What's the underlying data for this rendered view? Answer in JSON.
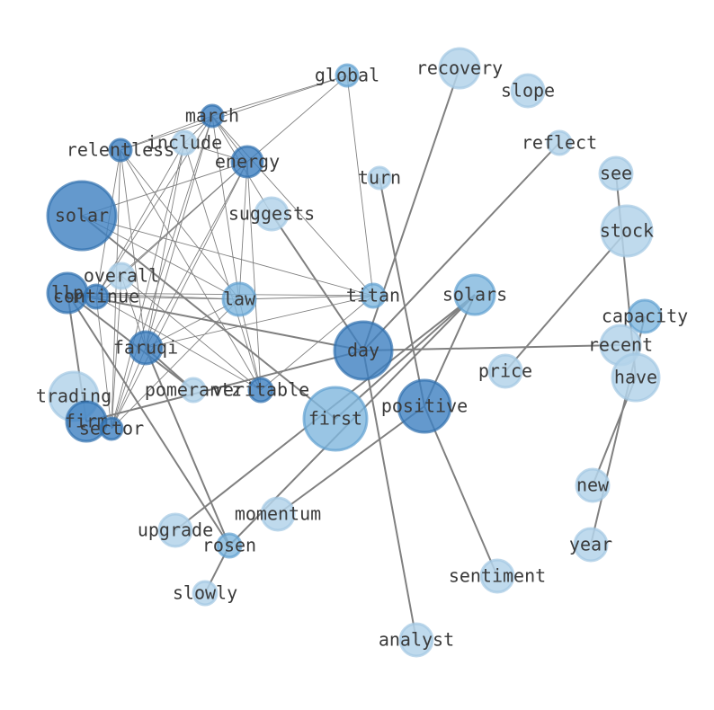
{
  "graph": {
    "type": "word-co-occurrence-network",
    "colors": {
      "light": "#b4d4ea",
      "medium": "#80b7dd",
      "dark": "#3d80c0",
      "edge": "#808080",
      "label": "#3a3a3a"
    },
    "nodes": [
      {
        "id": "solar",
        "label": "solar",
        "size": 38,
        "shade": "dark"
      },
      {
        "id": "global",
        "label": "global",
        "size": 12,
        "shade": "medium"
      },
      {
        "id": "recovery",
        "label": "recovery",
        "size": 22,
        "shade": "light"
      },
      {
        "id": "slope",
        "label": "slope",
        "size": 18,
        "shade": "light"
      },
      {
        "id": "march",
        "label": "march",
        "size": 12,
        "shade": "dark"
      },
      {
        "id": "relentless",
        "label": "relentless",
        "size": 12,
        "shade": "dark"
      },
      {
        "id": "include",
        "label": "include",
        "size": 13,
        "shade": "light"
      },
      {
        "id": "energy",
        "label": "energy",
        "size": 17,
        "shade": "dark"
      },
      {
        "id": "reflect",
        "label": "reflect",
        "size": 13,
        "shade": "light"
      },
      {
        "id": "turn",
        "label": "turn",
        "size": 12,
        "shade": "light"
      },
      {
        "id": "see",
        "label": "see",
        "size": 18,
        "shade": "light"
      },
      {
        "id": "suggests",
        "label": "suggests",
        "size": 18,
        "shade": "light"
      },
      {
        "id": "stock",
        "label": "stock",
        "size": 28,
        "shade": "light"
      },
      {
        "id": "llp",
        "label": "llp",
        "size": 22,
        "shade": "dark"
      },
      {
        "id": "overall",
        "label": "overall",
        "size": 14,
        "shade": "light"
      },
      {
        "id": "continue",
        "label": "continue",
        "size": 13,
        "shade": "dark"
      },
      {
        "id": "law",
        "label": "law",
        "size": 18,
        "shade": "medium"
      },
      {
        "id": "titan",
        "label": "titan",
        "size": 13,
        "shade": "medium"
      },
      {
        "id": "solars",
        "label": "solars",
        "size": 22,
        "shade": "medium"
      },
      {
        "id": "capacity",
        "label": "capacity",
        "size": 18,
        "shade": "medium"
      },
      {
        "id": "faruqi",
        "label": "faruqi",
        "size": 18,
        "shade": "dark"
      },
      {
        "id": "day",
        "label": "day",
        "size": 32,
        "shade": "dark"
      },
      {
        "id": "recent",
        "label": "recent",
        "size": 22,
        "shade": "light"
      },
      {
        "id": "price",
        "label": "price",
        "size": 18,
        "shade": "light"
      },
      {
        "id": "have",
        "label": "have",
        "size": 26,
        "shade": "light"
      },
      {
        "id": "trading",
        "label": "trading",
        "size": 27,
        "shade": "light"
      },
      {
        "id": "pomerantz",
        "label": "pomerantz",
        "size": 13,
        "shade": "light"
      },
      {
        "id": "veritable",
        "label": "veritable",
        "size": 13,
        "shade": "dark"
      },
      {
        "id": "first",
        "label": "first",
        "size": 35,
        "shade": "medium"
      },
      {
        "id": "positive",
        "label": "positive",
        "size": 29,
        "shade": "dark"
      },
      {
        "id": "firm",
        "label": "firm",
        "size": 22,
        "shade": "dark"
      },
      {
        "id": "sector",
        "label": "sector",
        "size": 12,
        "shade": "dark"
      },
      {
        "id": "new",
        "label": "new",
        "size": 18,
        "shade": "light"
      },
      {
        "id": "momentum",
        "label": "momentum",
        "size": 18,
        "shade": "light"
      },
      {
        "id": "upgrade",
        "label": "upgrade",
        "size": 18,
        "shade": "light"
      },
      {
        "id": "rosen",
        "label": "rosen",
        "size": 13,
        "shade": "medium"
      },
      {
        "id": "year",
        "label": "year",
        "size": 18,
        "shade": "light"
      },
      {
        "id": "sentiment",
        "label": "sentiment",
        "size": 18,
        "shade": "light"
      },
      {
        "id": "slowly",
        "label": "slowly",
        "size": 13,
        "shade": "light"
      },
      {
        "id": "analyst",
        "label": "analyst",
        "size": 18,
        "shade": "light"
      }
    ],
    "edges": [
      [
        "global",
        "march",
        1
      ],
      [
        "global",
        "relentless",
        1
      ],
      [
        "global",
        "energy",
        1
      ],
      [
        "global",
        "titan",
        1
      ],
      [
        "march",
        "relentless",
        1
      ],
      [
        "march",
        "include",
        1
      ],
      [
        "march",
        "energy",
        1
      ],
      [
        "march",
        "suggests",
        1
      ],
      [
        "march",
        "continue",
        1
      ],
      [
        "march",
        "faruqi",
        1
      ],
      [
        "march",
        "sector",
        1
      ],
      [
        "march",
        "law",
        1
      ],
      [
        "march",
        "titan",
        1
      ],
      [
        "relentless",
        "continue",
        1
      ],
      [
        "relentless",
        "sector",
        1
      ],
      [
        "relentless",
        "veritable",
        1
      ],
      [
        "relentless",
        "law",
        1
      ],
      [
        "relentless",
        "faruqi",
        1
      ],
      [
        "include",
        "energy",
        1
      ],
      [
        "include",
        "sector",
        1
      ],
      [
        "include",
        "continue",
        1
      ],
      [
        "include",
        "faruqi",
        1
      ],
      [
        "include",
        "veritable",
        1
      ],
      [
        "energy",
        "solar",
        1
      ],
      [
        "energy",
        "overall",
        1
      ],
      [
        "energy",
        "continue",
        1
      ],
      [
        "energy",
        "sector",
        1
      ],
      [
        "energy",
        "veritable",
        1
      ],
      [
        "energy",
        "faruqi",
        1
      ],
      [
        "energy",
        "law",
        1
      ],
      [
        "solar",
        "titan",
        1
      ],
      [
        "solar",
        "law",
        1
      ],
      [
        "solar",
        "first",
        2
      ],
      [
        "suggests",
        "day",
        2
      ],
      [
        "llp",
        "continue",
        1
      ],
      [
        "llp",
        "law",
        1
      ],
      [
        "llp",
        "day",
        2
      ],
      [
        "llp",
        "rosen",
        2
      ],
      [
        "llp",
        "firm",
        2
      ],
      [
        "llp",
        "titan",
        1
      ],
      [
        "llp",
        "pomerantz",
        2
      ],
      [
        "overall",
        "sector",
        1
      ],
      [
        "overall",
        "faruqi",
        1
      ],
      [
        "overall",
        "veritable",
        1
      ],
      [
        "continue",
        "law",
        1
      ],
      [
        "continue",
        "veritable",
        1
      ],
      [
        "continue",
        "sector",
        1
      ],
      [
        "law",
        "sector",
        1
      ],
      [
        "law",
        "faruqi",
        1
      ],
      [
        "law",
        "veritable",
        1
      ],
      [
        "law",
        "titan",
        1
      ],
      [
        "titan",
        "faruqi",
        1
      ],
      [
        "titan",
        "veritable",
        1
      ],
      [
        "faruqi",
        "pomerantz",
        2
      ],
      [
        "faruqi",
        "rosen",
        2
      ],
      [
        "faruqi",
        "sector",
        1
      ],
      [
        "firm",
        "day",
        2
      ],
      [
        "day",
        "recovery",
        2
      ],
      [
        "day",
        "reflect",
        2
      ],
      [
        "day",
        "recent",
        2
      ],
      [
        "day",
        "analyst",
        2
      ],
      [
        "first",
        "solars",
        2
      ],
      [
        "positive",
        "turn",
        2
      ],
      [
        "positive",
        "solars",
        2
      ],
      [
        "positive",
        "momentum",
        2
      ],
      [
        "positive",
        "sentiment",
        2
      ],
      [
        "upgrade",
        "solars",
        2
      ],
      [
        "rosen",
        "solars",
        2
      ],
      [
        "rosen",
        "slowly",
        2
      ],
      [
        "price",
        "stock",
        2
      ],
      [
        "see",
        "have",
        2
      ],
      [
        "have",
        "new",
        2
      ],
      [
        "capacity",
        "year",
        2
      ]
    ]
  }
}
